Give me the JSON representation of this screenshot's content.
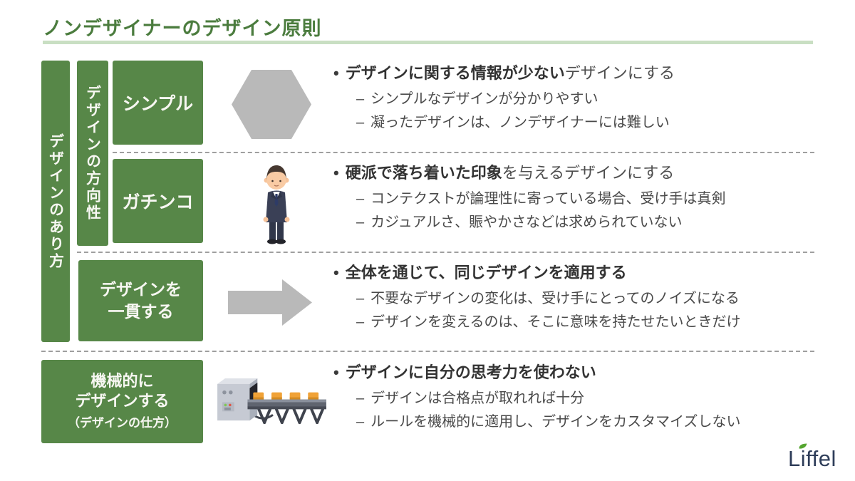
{
  "title": "ノンデザイナーのデザイン原則",
  "colors": {
    "box_green": "#578748",
    "title_green": "#4b7c3e",
    "underline_green": "#c9dfc3",
    "icon_gray": "#b9b9b9",
    "text_dark": "#333333",
    "logo_navy": "#2e3d59",
    "leaf_green": "#55a630"
  },
  "markers": {
    "bullet": "•",
    "dash": "–"
  },
  "left_axis": {
    "label": "デザインのあり方"
  },
  "direction_axis": {
    "label": "デザインの方向性"
  },
  "rows": [
    {
      "box": "シンプル",
      "icon": "hexagon",
      "main_bold": "デザインに関する情報が少ない",
      "main_rest": "デザインにする",
      "subs": [
        "シンプルなデザインが分かりやすい",
        "凝ったデザインは、ノンデザイナーには難しい"
      ]
    },
    {
      "box": "ガチンコ",
      "icon": "businessman",
      "main_bold": "硬派で落ち着いた印象",
      "main_rest": "を与えるデザインにする",
      "subs": [
        "コンテクストが論理性に寄っている場合、受け手は真剣",
        "カジュアルさ、賑やかさなどは求められていない"
      ]
    },
    {
      "box_line1": "デザインを",
      "box_line2": "一貫する",
      "icon": "arrow-right",
      "main_bold": "全体を通じて、同じデザインを適用する",
      "main_rest": "",
      "subs": [
        "不要なデザインの変化は、受け手にとってのノイズになる",
        "デザインを変えるのは、そこに意味を持たせたいときだけ"
      ]
    },
    {
      "box_line1": "機械的に",
      "box_line2": "デザインする",
      "box_line3": "（デザインの仕方）",
      "icon": "conveyor-machine",
      "main_bold": "デザインに自分の思考力を使わない",
      "main_rest": "",
      "subs": [
        "デザインは合格点が取れれば十分",
        "ルールを機械的に適用し、デザインをカスタマイズしない"
      ]
    }
  ],
  "logo": {
    "text": "Liffel"
  }
}
